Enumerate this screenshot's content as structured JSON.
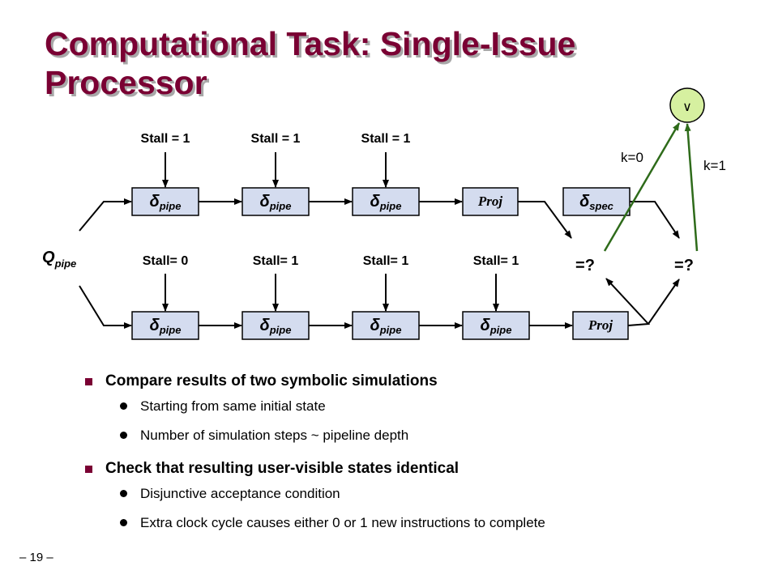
{
  "title_line1": "Computational Task: Single-Issue",
  "title_line2": "Processor",
  "slide_number": "– 19 –",
  "diagram": {
    "q_main": "Q",
    "q_sub": "pipe",
    "delta": "δ",
    "pipe_sub": "pipe",
    "spec_sub": "spec",
    "proj_label": "Proj",
    "or_symbol": "∨",
    "k0": "k=0",
    "k1": "k=1",
    "eq_left": "=?",
    "eq_right": "=?",
    "top_stalls": [
      "Stall = 1",
      "Stall = 1",
      "Stall = 1"
    ],
    "bottom_stalls": [
      "Stall= 0",
      "Stall= 1",
      "Stall= 1",
      "Stall= 1"
    ]
  },
  "bullets": [
    {
      "text": "Compare results of two symbolic simulations",
      "sub": [
        "Starting from same initial state",
        "Number of simulation steps ~ pipeline depth"
      ]
    },
    {
      "text": "Check that resulting user-visible states identical",
      "sub": [
        "Disjunctive acceptance condition",
        "Extra clock cycle causes either 0 or 1 new instructions to complete"
      ]
    }
  ],
  "colors": {
    "title": "#7a0033",
    "box_fill": "#d4dcef",
    "green_arrow": "#2e6b1a",
    "or_fill": "#d6f0a0"
  }
}
